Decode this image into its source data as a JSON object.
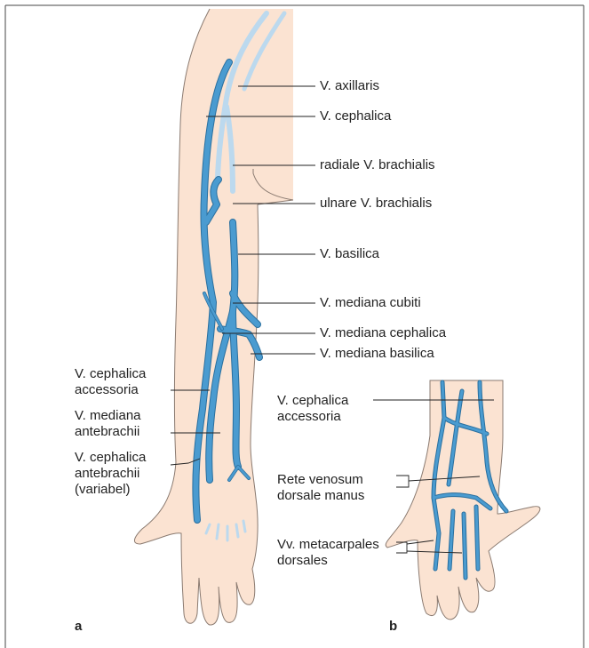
{
  "panel_labels": {
    "a": "a",
    "b": "b"
  },
  "labels_a_right": [
    "V. axillaris",
    "V. cephalica",
    "radiale V. brachialis",
    "ulnare V. brachialis",
    "V. basilica",
    "V. mediana cubiti",
    "V. mediana cephalica",
    "V. mediana basilica"
  ],
  "labels_a_left": [
    [
      "V. cephalica",
      "accessoria"
    ],
    [
      "V. mediana",
      "antebrachii"
    ],
    [
      "V. cephalica",
      "antebrachii",
      "(variabel)"
    ]
  ],
  "labels_b": [
    [
      "V. cephalica",
      "accessoria"
    ],
    [
      "Rete venosum",
      "dorsale manus"
    ],
    [
      "Vv. metacarpales",
      "dorsales"
    ]
  ],
  "colors": {
    "skin": "#fbe3d2",
    "skin_outline": "#8a7a70",
    "vein": "#4a9bd0",
    "vein_outline": "#2a6f9e",
    "deep_vein": "#bcd9ee",
    "leader": "#222222"
  }
}
